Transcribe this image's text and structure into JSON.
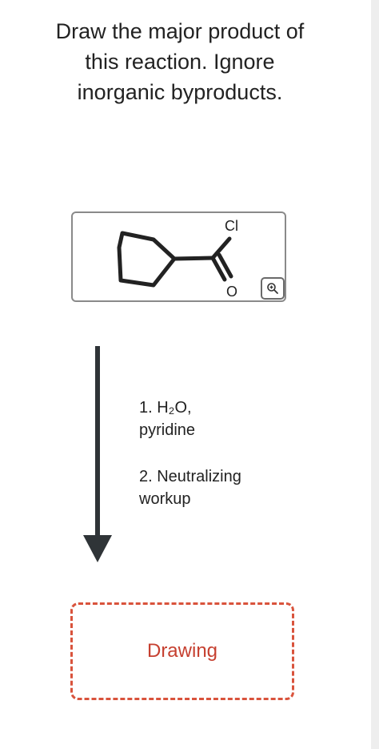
{
  "question": {
    "line1": "Draw the major product of",
    "line2": "this reaction. Ignore",
    "line3": "inorganic byproducts."
  },
  "reactant": {
    "atom_cl": "Cl",
    "atom_o": "O",
    "zoom_icon": "zoom-in-icon"
  },
  "conditions": {
    "step1_line1": "1. H₂O,",
    "step1_line2": "pyridine",
    "step2_line1": "2. Neutralizing",
    "step2_line2": "workup"
  },
  "answer": {
    "drawing_label": "Drawing"
  },
  "colors": {
    "accent": "#d9533c",
    "accent_text": "#c64030",
    "arrow": "#2f3437",
    "box_border": "#8a8a8a"
  }
}
